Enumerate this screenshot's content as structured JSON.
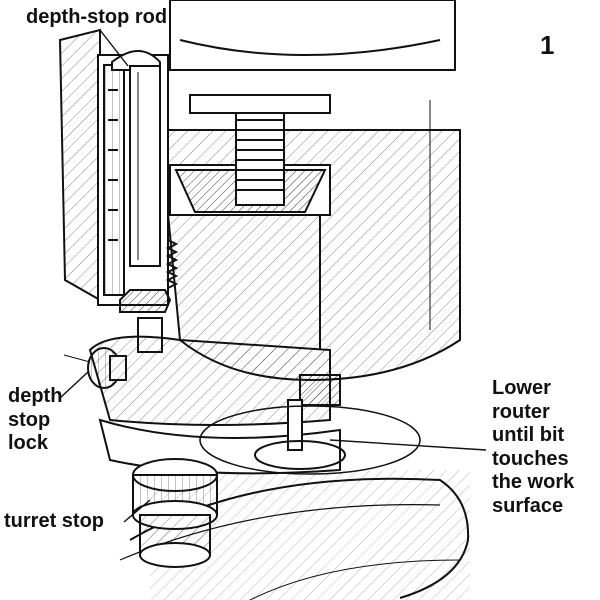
{
  "figure": {
    "number": "1",
    "labels": {
      "depth_stop_rod": "depth-stop rod",
      "depth_stop_lock": "depth\nstop\nlock",
      "turret_stop": "turret stop",
      "lower_router": "Lower\nrouter\nuntil bit\ntouches\nthe work\nsurface"
    }
  },
  "colors": {
    "ink": "#111111",
    "paper": "#ffffff"
  }
}
